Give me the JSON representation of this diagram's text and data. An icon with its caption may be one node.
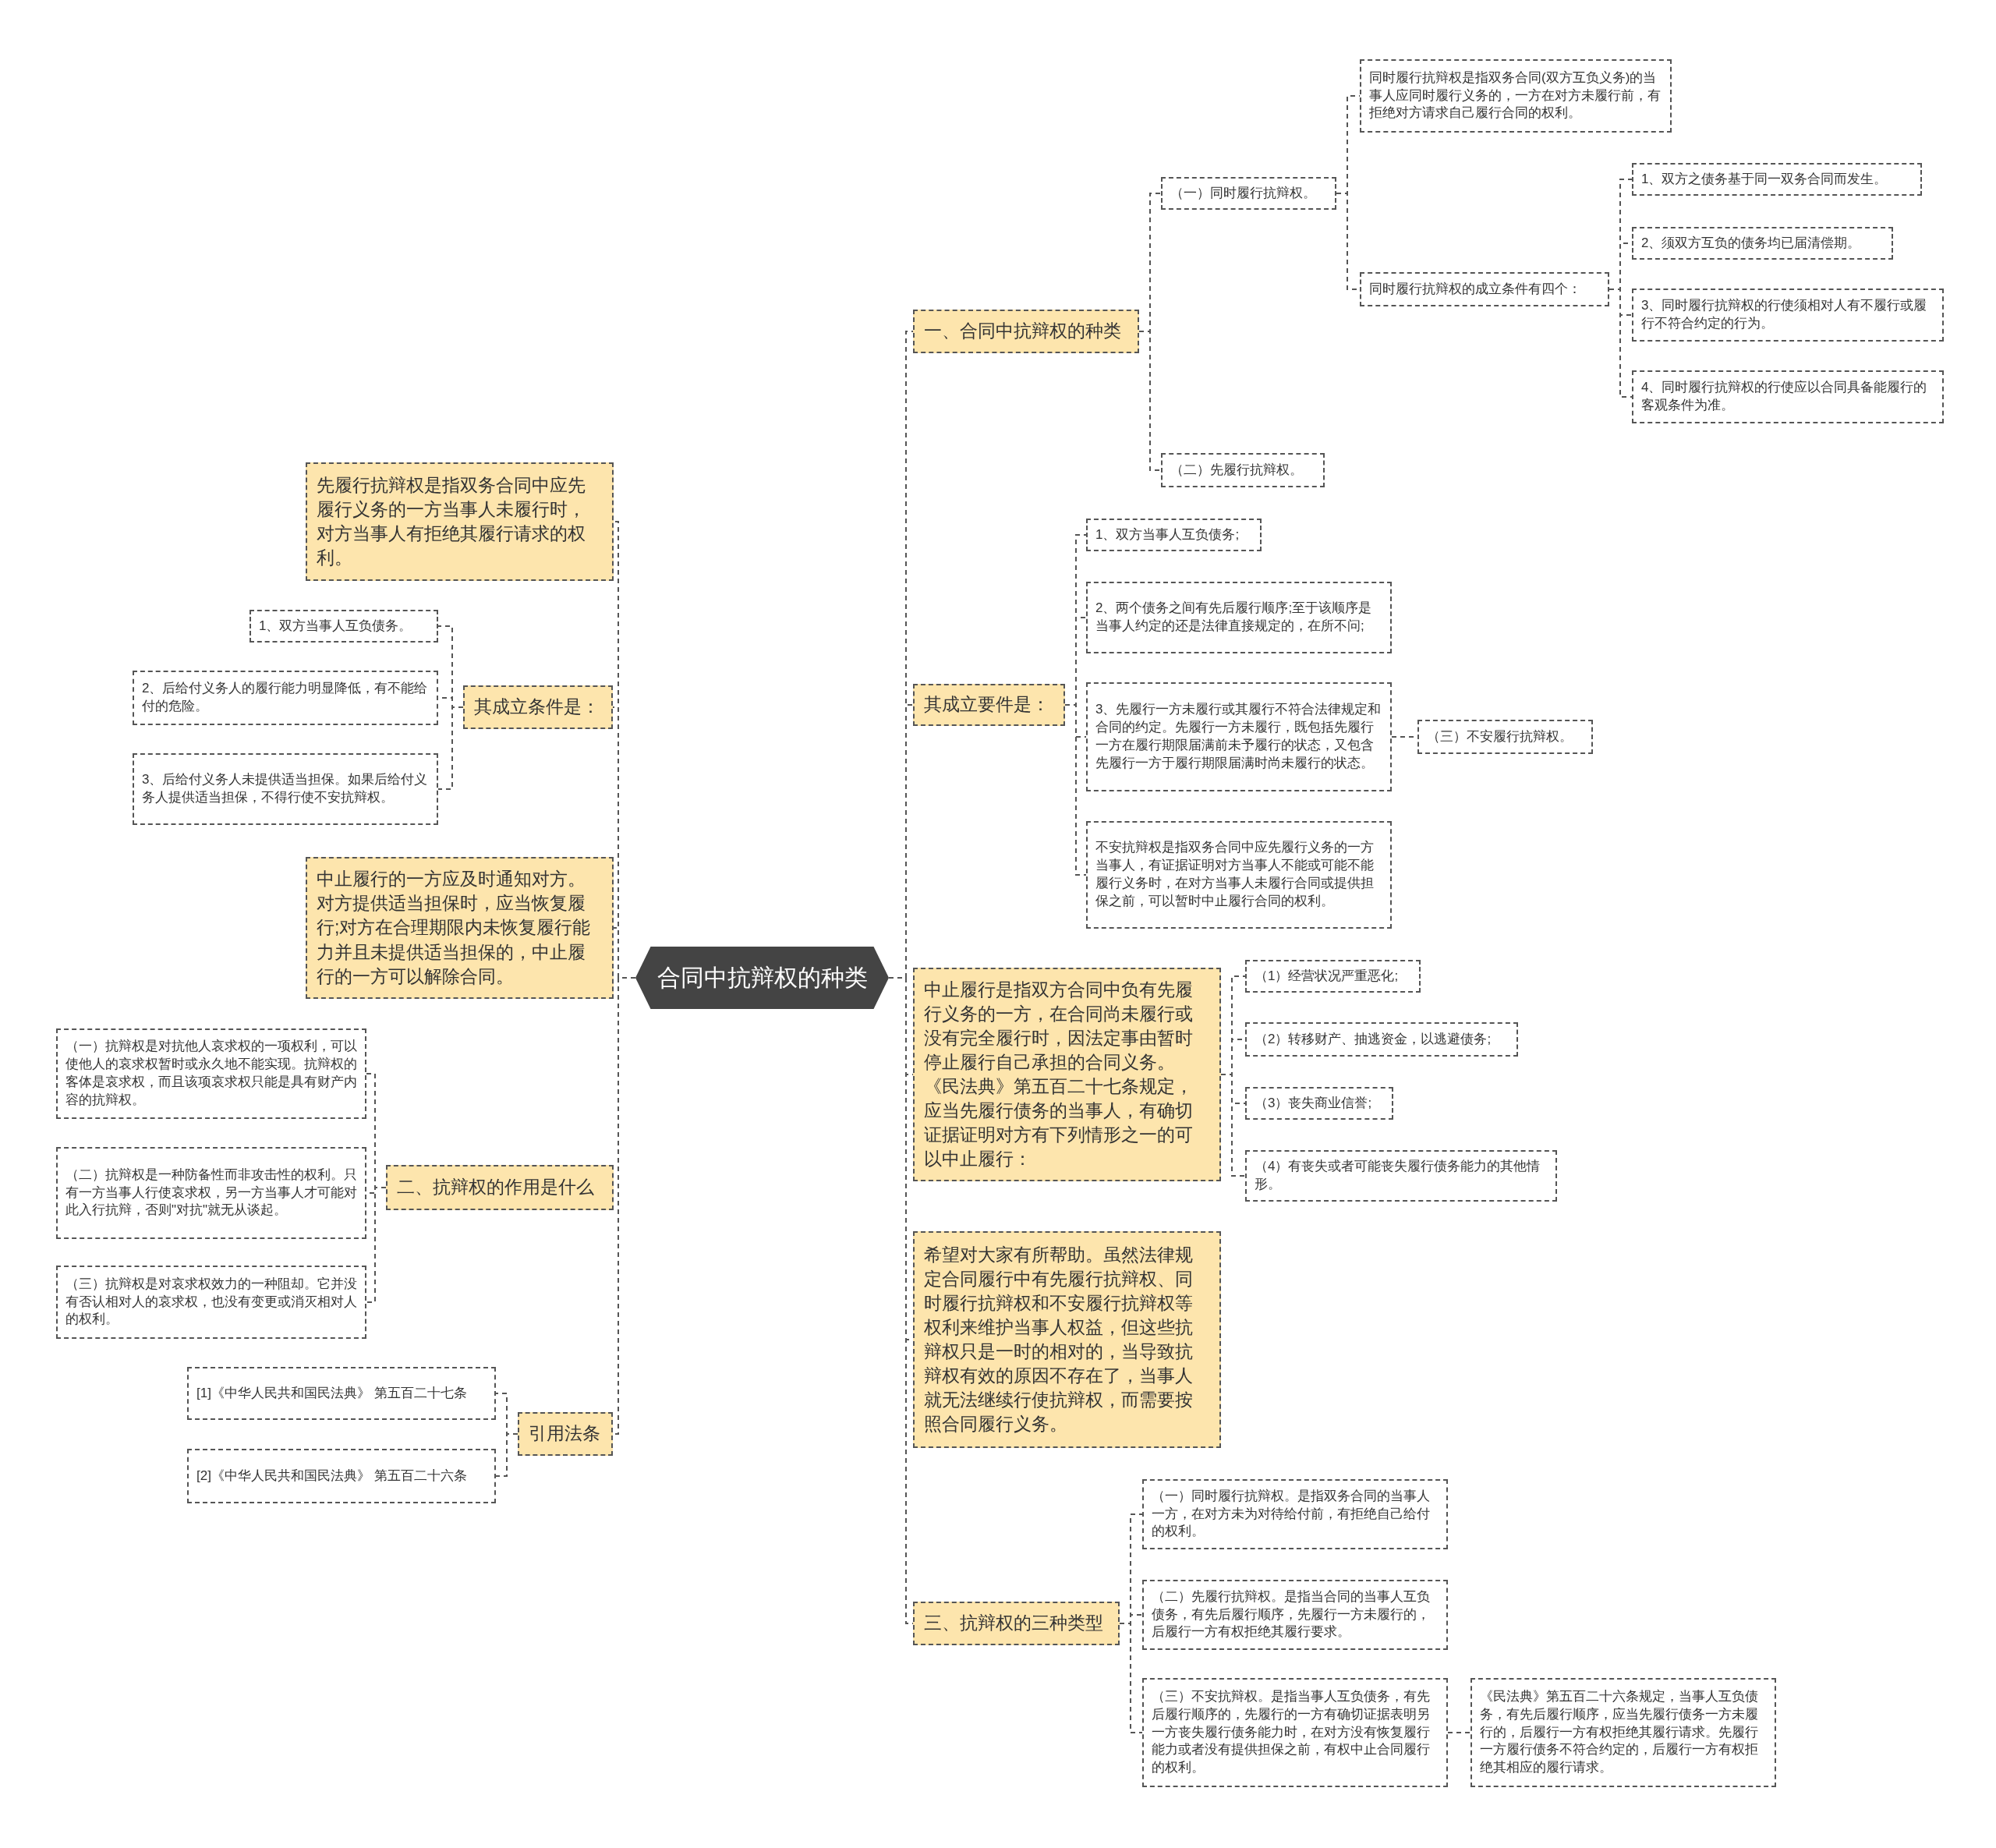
{
  "diagram": {
    "nodes": [
      {
        "text": [
          "合同中抗辩权的种类"
        ]
      },
      {
        "text": [
          "一、合同中抗辩权的种类"
        ]
      },
      {
        "text": [
          "（一）同时履行抗辩权。"
        ]
      },
      {
        "text": [
          "同时履行抗辩权是指双务合同(双方互负义务)的当事人应同时履行义务的，一方在对方未履行前，有拒绝对方请求自己履行合同的权利。"
        ]
      },
      {
        "text": [
          "同时履行抗辩权的成立条件有四个："
        ]
      },
      {
        "text": [
          "1、双方之债务基于同一双务合同而发生。"
        ]
      },
      {
        "text": [
          "2、须双方互负的债务均已届清偿期。"
        ]
      },
      {
        "text": [
          "3、同时履行抗辩权的行使须相对人有不履行或履行不符合约定的行为。"
        ]
      },
      {
        "text": [
          "4、同时履行抗辩权的行使应以合同具备能履行的客观条件为准。"
        ]
      },
      {
        "text": [
          "（二）先履行抗辩权。"
        ]
      },
      {
        "text": [
          "其成立要件是："
        ]
      },
      {
        "text": [
          "1、双方当事人互负债务;"
        ]
      },
      {
        "text": [
          "2、两个债务之间有先后履行顺序;至于该顺序是当事人约定的还是法律直接规定的，在所不问;"
        ]
      },
      {
        "text": [
          "3、先履行一方未履行或其履行不符合法律规定和合同的约定。先履行一方未履行，既包括先履行一方在履行期限届满前未予履行的状态，又包含先履行一方于履行期限届满时尚未履行的状态。"
        ]
      },
      {
        "text": [
          "（三）不安履行抗辩权。"
        ]
      },
      {
        "text": [
          "不安抗辩权是指双务合同中应先履行义务的一方当事人，有证据证明对方当事人不能或可能不能履行义务时，在对方当事人未履行合同或提供担保之前，可以暂时中止履行合同的权利。"
        ]
      },
      {
        "text": [
          "中止履行是指双方合同中负有先履行义务的一方，在合同尚未履行或没有完全履行时，因法定事由暂时停止履行自己承担的合同义务。《民法典》第五百二十七条规定，应当先履行债务的当事人，有确切证据证明对方有下列情形之一的可以中止履行："
        ]
      },
      {
        "text": [
          "（1）经营状况严重恶化;"
        ]
      },
      {
        "text": [
          "（2）转移财产、抽逃资金，以逃避债务;"
        ]
      },
      {
        "text": [
          "（3）丧失商业信誉;"
        ]
      },
      {
        "text": [
          "（4）有丧失或者可能丧失履行债务能力的其他情形。"
        ]
      },
      {
        "text": [
          "希望对大家有所帮助。虽然法律规定合同履行中有先履行抗辩权、同时履行抗辩权和不安履行抗辩权等权利来维护当事人权益，但这些抗辩权只是一时的相对的，当导致抗辩权有效的原因不存在了，当事人就无法继续行使抗辩权，而需要按照合同履行义务。"
        ]
      },
      {
        "text": [
          "三、抗辩权的三种类型"
        ]
      },
      {
        "text": [
          "（一）同时履行抗辩权。是指双务合同的当事人一方，在对方未为对待给付前，有拒绝自己给付的权利。"
        ]
      },
      {
        "text": [
          "（二）先履行抗辩权。是指当合同的当事人互负债务，有先后履行顺序，先履行一方未履行的，后履行一方有权拒绝其履行要求。"
        ]
      },
      {
        "text": [
          "（三）不安抗辩权。是指当事人互负债务，有先后履行顺序的，先履行的一方有确切证据表明另一方丧失履行债务能力时，在对方没有恢复履行能力或者没有提供担保之前，有权中止合同履行的权利。"
        ]
      },
      {
        "text": [
          "《民法典》第五百二十六条规定，当事人互负债务，有先后履行顺序，应当先履行债务一方未履行的，后履行一方有权拒绝其履行请求。先履行一方履行债务不符合约定的，后履行一方有权拒绝其相应的履行请求。"
        ]
      },
      {
        "text": [
          "先履行抗辩权是指双务合同中应先履行义务的一方当事人未履行时，对方当事人有拒绝其履行请求的权利。"
        ]
      },
      {
        "text": [
          "其成立条件是："
        ]
      },
      {
        "text": [
          "1、双方当事人互负债务。"
        ]
      },
      {
        "text": [
          "2、后给付义务人的履行能力明显降低，有不能给付的危险。"
        ]
      },
      {
        "text": [
          "3、后给付义务人未提供适当担保。如果后给付义务人提供适当担保，不得行使不安抗辩权。"
        ]
      },
      {
        "text": [
          "中止履行的一方应及时通知对方。对方提供适当担保时，应当恢复履行;对方在合理期限内未恢复履行能力并且未提供适当担保的，中止履行的一方可以解除合同。"
        ]
      },
      {
        "text": [
          "二、抗辩权的作用是什么"
        ]
      },
      {
        "text": [
          "（一）抗辩权是对抗他人哀求权的一项权利，可以使他人的哀求权暂时或永久地不能实现。抗辩权的客体是哀求权，而且该项哀求权只能是具有财产内容的抗辩权。"
        ]
      },
      {
        "text": [
          "（二）抗辩权是一种防备性而非攻击性的权利。只有一方当事人行使哀求权，另一方当事人才可能对此入行抗辩，否则\"对抗\"就无从谈起。"
        ]
      },
      {
        "text": [
          "（三）抗辩权是对哀求权效力的一种阻却。它并没有否认相对人的哀求权，也没有变更或消灭相对人的权利。"
        ]
      },
      {
        "text": [
          "引用法条"
        ]
      },
      {
        "text": [
          "[1]《中华人民共和国民法典》 第五百二十七条"
        ]
      },
      {
        "text": [
          "[2]《中华人民共和国民法典》 第五百二十六条"
        ]
      }
    ],
    "edges": [
      {
        "from": 0,
        "to": 1,
        "arrow": "none",
        "style": "dashed"
      },
      {
        "from": 1,
        "to": 2,
        "arrow": "none",
        "style": "dashed"
      },
      {
        "from": 2,
        "to": 3,
        "arrow": "none",
        "style": "dashed"
      },
      {
        "from": 2,
        "to": 4,
        "arrow": "none",
        "style": "dashed"
      },
      {
        "from": 4,
        "to": 5,
        "arrow": "none",
        "style": "dashed"
      },
      {
        "from": 4,
        "to": 6,
        "arrow": "none",
        "style": "dashed"
      },
      {
        "from": 4,
        "to": 7,
        "arrow": "none",
        "style": "dashed"
      },
      {
        "from": 4,
        "to": 8,
        "arrow": "none",
        "style": "dashed"
      },
      {
        "from": 1,
        "to": 9,
        "arrow": "none",
        "style": "dashed"
      },
      {
        "from": 0,
        "to": 10,
        "arrow": "none",
        "style": "dashed"
      },
      {
        "from": 10,
        "to": 11,
        "arrow": "none",
        "style": "dashed"
      },
      {
        "from": 10,
        "to": 12,
        "arrow": "none",
        "style": "dashed"
      },
      {
        "from": 10,
        "to": 13,
        "arrow": "none",
        "style": "dashed"
      },
      {
        "from": 13,
        "to": 14,
        "arrow": "none",
        "style": "dashed"
      },
      {
        "from": 10,
        "to": 15,
        "arrow": "none",
        "style": "dashed"
      },
      {
        "from": 0,
        "to": 16,
        "arrow": "none",
        "style": "dashed"
      },
      {
        "from": 16,
        "to": 17,
        "arrow": "none",
        "style": "dashed"
      },
      {
        "from": 16,
        "to": 18,
        "arrow": "none",
        "style": "dashed"
      },
      {
        "from": 16,
        "to": 19,
        "arrow": "none",
        "style": "dashed"
      },
      {
        "from": 16,
        "to": 20,
        "arrow": "none",
        "style": "dashed"
      },
      {
        "from": 0,
        "to": 21,
        "arrow": "none",
        "style": "dashed"
      },
      {
        "from": 0,
        "to": 22,
        "arrow": "none",
        "style": "dashed"
      },
      {
        "from": 22,
        "to": 23,
        "arrow": "none",
        "style": "dashed"
      },
      {
        "from": 22,
        "to": 24,
        "arrow": "none",
        "style": "dashed"
      },
      {
        "from": 22,
        "to": 25,
        "arrow": "none",
        "style": "dashed"
      },
      {
        "from": 25,
        "to": 26,
        "arrow": "none",
        "style": "dashed"
      },
      {
        "from": 0,
        "to": 27,
        "arrow": "none",
        "style": "dashed"
      },
      {
        "from": 0,
        "to": 28,
        "arrow": "none",
        "style": "dashed"
      },
      {
        "from": 28,
        "to": 29,
        "arrow": "none",
        "style": "dashed"
      },
      {
        "from": 28,
        "to": 30,
        "arrow": "none",
        "style": "dashed"
      },
      {
        "from": 28,
        "to": 31,
        "arrow": "none",
        "style": "dashed"
      },
      {
        "from": 0,
        "to": 32,
        "arrow": "none",
        "style": "dashed"
      },
      {
        "from": 0,
        "to": 33,
        "arrow": "none",
        "style": "dashed"
      },
      {
        "from": 33,
        "to": 34,
        "arrow": "none",
        "style": "dashed"
      },
      {
        "from": 33,
        "to": 35,
        "arrow": "none",
        "style": "dashed"
      },
      {
        "from": 33,
        "to": 36,
        "arrow": "none",
        "style": "dashed"
      },
      {
        "from": 0,
        "to": 37,
        "arrow": "none",
        "style": "dashed"
      },
      {
        "from": 37,
        "to": 38,
        "arrow": "none",
        "style": "dashed"
      },
      {
        "from": 37,
        "to": 39,
        "arrow": "none",
        "style": "dashed"
      }
    ]
  }
}
